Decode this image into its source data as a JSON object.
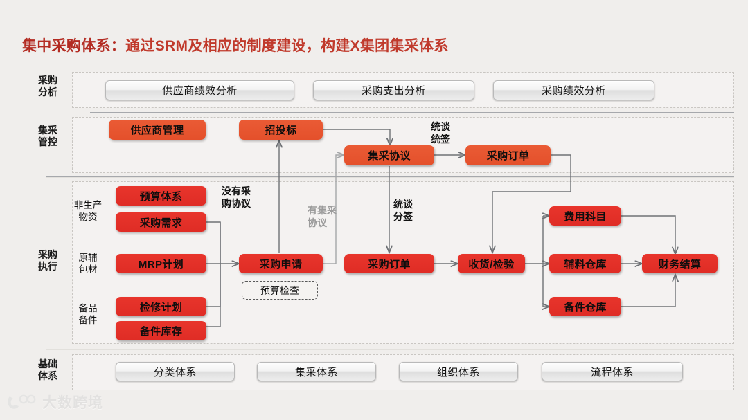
{
  "header": {
    "title_strong": "集中采购体系：",
    "title_rest": "通过SRM及相应的制度建设，构建X集团集采体系",
    "accent_color": "#c0392b"
  },
  "palette": {
    "orange_box": "#e4502b",
    "red_box": "#e0302a",
    "wire": "#6f7276",
    "wire_grey": "#a5a7a9",
    "panel_border": "#c9c6c2",
    "page_bg": "#f0eeec"
  },
  "bands": [
    {
      "id": "analysis",
      "label": "采购\n分析",
      "label_line1": "采购",
      "label_line2": "分析"
    },
    {
      "id": "control",
      "label": "集采\n管控",
      "label_line1": "集采",
      "label_line2": "管控"
    },
    {
      "id": "execution",
      "label": "采购\n执行",
      "label_line1": "采购",
      "label_line2": "执行"
    },
    {
      "id": "foundation",
      "label": "基础\n体系",
      "label_line1": "基础",
      "label_line2": "体系"
    }
  ],
  "analysis_row": {
    "buttons": [
      {
        "label": "供应商绩效分析"
      },
      {
        "label": "采购支出分析"
      },
      {
        "label": "采购绩效分析"
      }
    ]
  },
  "control_row": {
    "boxes": [
      {
        "label": "供应商管理"
      },
      {
        "label": "招投标"
      },
      {
        "label": "集采协议"
      },
      {
        "label": "采购订单"
      }
    ],
    "annotation": {
      "line1": "统谈",
      "line2": "统签"
    }
  },
  "execution_row": {
    "categories": [
      {
        "line1": "非生产",
        "line2": "物资"
      },
      {
        "line1": "原辅",
        "line2": "包材"
      },
      {
        "line1": "备品",
        "line2": "备件"
      }
    ],
    "source_boxes": [
      {
        "label": "预算体系"
      },
      {
        "label": "采购需求"
      },
      {
        "label": "MRP计划"
      },
      {
        "label": "检修计划"
      },
      {
        "label": "备件库存"
      }
    ],
    "request_box": {
      "label": "采购申请"
    },
    "budget_check_box": {
      "label": "预算检查"
    },
    "order_box": {
      "label": "采购订单"
    },
    "receiving_box": {
      "label": "收货/检验"
    },
    "destination_boxes": [
      {
        "label": "费用科目"
      },
      {
        "label": "辅料仓库"
      },
      {
        "label": "备件仓库"
      }
    ],
    "settlement_box": {
      "label": "财务结算"
    },
    "annotations": [
      {
        "id": "no-agreement",
        "line1": "没有采",
        "line2": "购协议",
        "tone": "dark"
      },
      {
        "id": "has-agreement",
        "line1": "有集采",
        "line2": "协议",
        "tone": "grey"
      },
      {
        "id": "joint-sign",
        "line1": "统谈",
        "line2": "分签",
        "tone": "dark"
      }
    ]
  },
  "foundation_row": {
    "buttons": [
      {
        "label": "分类体系"
      },
      {
        "label": "集采体系"
      },
      {
        "label": "组织体系"
      },
      {
        "label": "流程体系"
      }
    ]
  },
  "watermark": {
    "text": "大数跨境",
    "mark": "bird-logo-icon"
  }
}
